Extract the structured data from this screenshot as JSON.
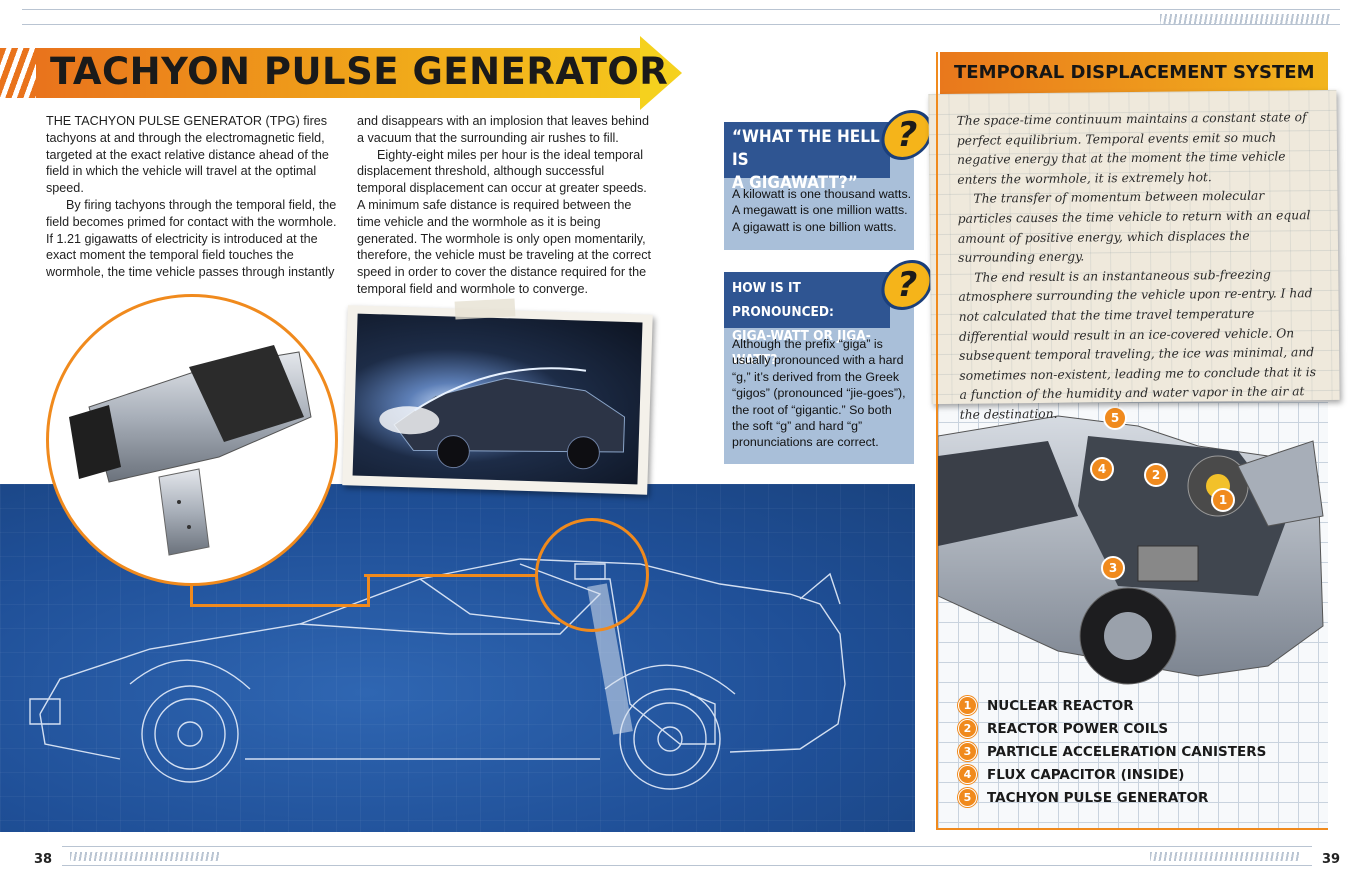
{
  "left_page": {
    "title": "TACHYON PULSE GENERATOR",
    "col1": {
      "p1": "THE TACHYON PULSE GENERATOR (TPG) fires tachyons at and through the electromagnetic field, targeted at the exact relative distance ahead of the field in which the vehicle will travel at the optimal speed.",
      "p2": "By firing tachyons through the temporal field, the field becomes primed for contact with the wormhole. If 1.21 gigawatts of electricity is introduced at the exact moment the temporal field touches the wormhole, the time vehicle passes through instantly"
    },
    "col2": {
      "p1": "and disappears with an implosion that leaves behind a vacuum that the surrounding air rushes to fill.",
      "p2": "Eighty-eight miles per hour is the ideal temporal displacement threshold, although successful temporal displacement can occur at greater speeds. A minimum safe distance is required between the time vehicle and the wormhole as it is being generated. The wormhole is only open momentarily, therefore, the vehicle must be traveling at the correct speed in order to cover the distance required for the temporal field and wormhole to converge."
    },
    "page_number": "38"
  },
  "sidebar_boxes": {
    "box1": {
      "heading_line1": "“WHAT THE HELL IS",
      "heading_line2": "A GIGAWATT?”",
      "line1": "A kilowatt is one thousand watts.",
      "line2": "A megawatt is one million watts.",
      "line3": "A gigawatt is one billion watts.",
      "icon": "question-mark-icon"
    },
    "box2": {
      "heading_line1": "HOW IS IT PRONOUNCED:",
      "heading_line2": "GIGA-WATT OR JIGA-WATT?",
      "text": "Although the prefix “giga” is usually pronounced with a hard “g,” it’s derived from the Greek “gigos” (pronounced “jie-goes”), the root of “gigantic.” So both the soft “g” and hard “g” pronunciations are correct.",
      "icon": "question-mark-icon"
    },
    "question_mark": "?"
  },
  "right_page": {
    "title": "TEMPORAL DISPLACEMENT SYSTEM",
    "note": {
      "p1": "The space-time continuum maintains a constant state of perfect equilibrium. Temporal events emit so much negative energy that at the moment the time vehicle enters the wormhole, it is extremely hot.",
      "p2": "The transfer of momentum between molecular particles causes the time vehicle to return with an equal amount of positive energy, which displaces the surrounding energy.",
      "p3": "The end result is an instantaneous sub-freezing atmosphere surrounding the vehicle upon re-entry. I had not calculated that the time travel temperature differential would result in an ice-covered vehicle. On subsequent temporal traveling, the ice was minimal, and sometimes non-existent, leading me to conclude that it is a function of the humidity and water vapor in the air at the destination."
    },
    "legend": [
      {
        "num": "1",
        "label": "NUCLEAR REACTOR"
      },
      {
        "num": "2",
        "label": "REACTOR POWER COILS"
      },
      {
        "num": "3",
        "label": "PARTICLE ACCELERATION CANISTERS"
      },
      {
        "num": "4",
        "label": "FLUX CAPACITOR (INSIDE)"
      },
      {
        "num": "5",
        "label": "TACHYON PULSE GENERATOR"
      }
    ],
    "markers": [
      "5",
      "4",
      "2",
      "1",
      "3"
    ],
    "page_number": "39"
  },
  "colors": {
    "orange": "#e9731c",
    "yellow": "#f5c61d",
    "blueprint": "#1f4f97",
    "box_blue": "#a9bfd9",
    "box_head": "#2f5592"
  }
}
